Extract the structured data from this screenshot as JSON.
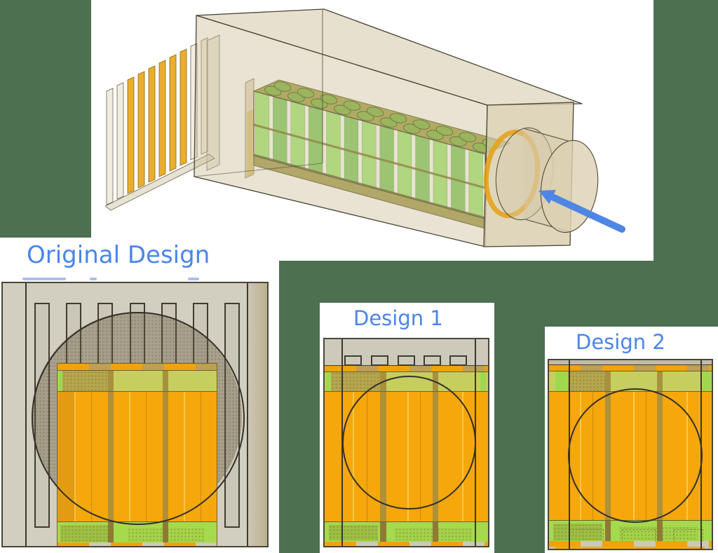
{
  "figure": {
    "kind": "battery-pack-enclosure-cad-figure",
    "top_view": {
      "name": "isometric-3d-enclosure-view",
      "elements": [
        "heatsink-fins",
        "battery-cell-module",
        "inlet-duct-cylinder",
        "airflow-arrow"
      ]
    },
    "designs": [
      {
        "id": "original",
        "label": "Original Design"
      },
      {
        "id": "design1",
        "label": "Design 1"
      },
      {
        "id": "design2",
        "label": "Design 2"
      }
    ]
  },
  "palette": {
    "background_green": "#4C7050",
    "title_blue": "#4A85EA",
    "arrow_blue": "#4E86E4",
    "enclosure_tan": "#CBBD98",
    "fin_orange": "#E8A416",
    "cell_green": "#7FE04E",
    "pack_orange": "#F6A70B",
    "band_yellow_green": "#C6CE5F",
    "holder_green": "#A5D94E",
    "panel_grey": "#D2CEC0"
  },
  "icons": {
    "airflow_arrow": "arrow pointing into inlet duct"
  }
}
